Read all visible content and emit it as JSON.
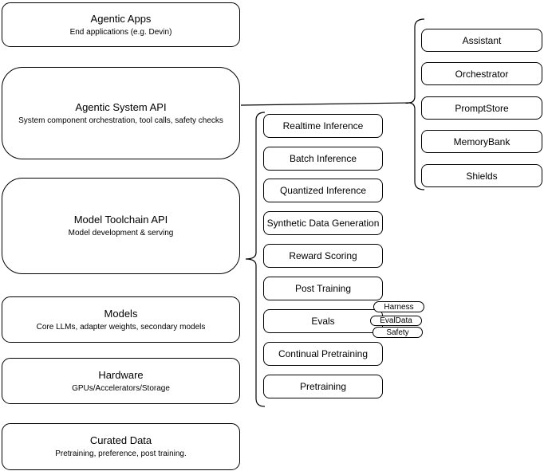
{
  "diagram": {
    "title": "Agentic LLM system stack diagram",
    "colors": {
      "border": "#000000",
      "background": "#ffffff",
      "text": "#000000"
    },
    "left_column": [
      {
        "title": "Agentic Apps",
        "subtitle": "End applications (e.g. Devin)"
      },
      {
        "title": "Agentic System API",
        "subtitle": "System component orchestration, tool calls, safety checks"
      },
      {
        "title": "Model Toolchain API",
        "subtitle": "Model development & serving"
      },
      {
        "title": "Models",
        "subtitle": "Core LLMs, adapter weights, secondary models"
      },
      {
        "title": "Hardware",
        "subtitle": "GPUs/Accelerators/Storage"
      },
      {
        "title": "Curated Data",
        "subtitle": "Pretraining, preference, post training."
      }
    ],
    "middle_column": [
      {
        "label": "Realtime Inference"
      },
      {
        "label": "Batch Inference"
      },
      {
        "label": "Quantized Inference"
      },
      {
        "label": "Synthetic Data Generation"
      },
      {
        "label": "Reward Scoring"
      },
      {
        "label": "Post Training"
      },
      {
        "label": "Evals"
      },
      {
        "label": "Continual Pretraining"
      },
      {
        "label": "Pretraining"
      }
    ],
    "eval_tags": [
      {
        "label": "Harness"
      },
      {
        "label": "EvalData"
      },
      {
        "label": "Safety"
      }
    ],
    "right_column": [
      {
        "label": "Assistant"
      },
      {
        "label": "Orchestrator"
      },
      {
        "label": "PromptStore"
      },
      {
        "label": "MemoryBank"
      },
      {
        "label": "Shields"
      }
    ]
  }
}
